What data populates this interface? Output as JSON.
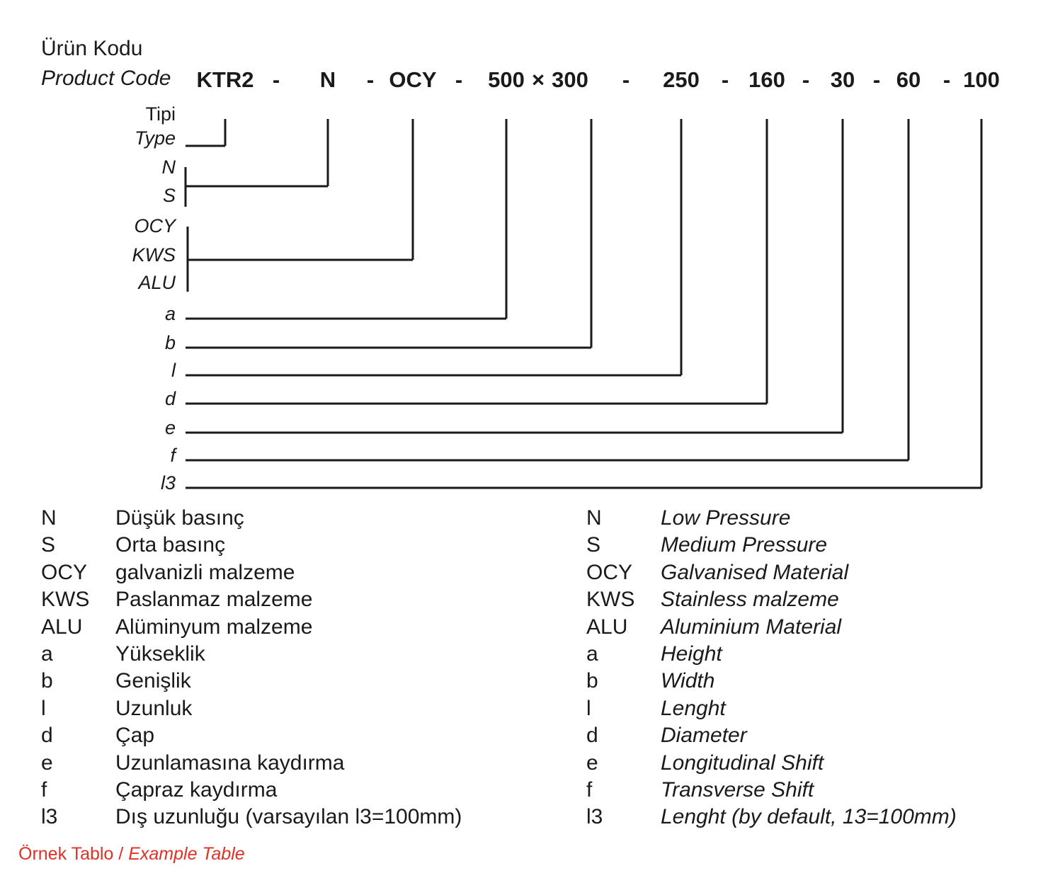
{
  "header": {
    "title_tr": "Ürün Kodu",
    "title_en": "Product Code",
    "code_tokens": [
      "KTR2",
      "N",
      "OCY",
      "500",
      "×",
      "300",
      "250",
      "160",
      "30",
      "60",
      "100"
    ],
    "separator": "-",
    "full_code": "KTR2 - N - OCY - 500 × 300 - 250 - 160 - 30 - 60 - 100"
  },
  "diagram": {
    "labels": [
      {
        "text": "Tipi",
        "style": "roman"
      },
      {
        "text": "Type",
        "style": "italic"
      },
      {
        "text": "N",
        "style": "italic"
      },
      {
        "text": "S",
        "style": "italic"
      },
      {
        "text": "OCY",
        "style": "italic"
      },
      {
        "text": "KWS",
        "style": "italic"
      },
      {
        "text": "ALU",
        "style": "italic"
      },
      {
        "text": "a",
        "style": "italic"
      },
      {
        "text": "b",
        "style": "italic"
      },
      {
        "text": "l",
        "style": "italic"
      },
      {
        "text": "d",
        "style": "italic"
      },
      {
        "text": "e",
        "style": "italic"
      },
      {
        "text": "f",
        "style": "italic"
      },
      {
        "text": "l3",
        "style": "italic"
      }
    ],
    "line_color": "#1a1a1a"
  },
  "legend": {
    "tr": [
      {
        "key": "N",
        "value": "Düşük basınç"
      },
      {
        "key": "S",
        "value": "Orta basınç"
      },
      {
        "key": "OCY",
        "value": "galvanizli malzeme"
      },
      {
        "key": "KWS",
        "value": "Paslanmaz malzeme"
      },
      {
        "key": "ALU",
        "value": "Alüminyum malzeme"
      },
      {
        "key": "a",
        "value": "Yükseklik"
      },
      {
        "key": "b",
        "value": "Genişlik"
      },
      {
        "key": "l",
        "value": "Uzunluk"
      },
      {
        "key": "d",
        "value": "Çap"
      },
      {
        "key": "e",
        "value": "Uzunlamasına kaydırma"
      },
      {
        "key": "f",
        "value": "Çapraz kaydırma"
      },
      {
        "key": "l3",
        "value": "Dış uzunluğu (varsayılan l3=100mm)"
      }
    ],
    "en": [
      {
        "key": "N",
        "value": "Low Pressure"
      },
      {
        "key": "S",
        "value": "Medium Pressure"
      },
      {
        "key": "OCY",
        "value": "Galvanised Material"
      },
      {
        "key": "KWS",
        "value": "Stainless malzeme"
      },
      {
        "key": "ALU",
        "value": "Aluminium Material"
      },
      {
        "key": "a",
        "value": "Height"
      },
      {
        "key": "b",
        "value": "Width"
      },
      {
        "key": "l",
        "value": "Lenght"
      },
      {
        "key": "d",
        "value": "Diameter"
      },
      {
        "key": "e",
        "value": "Longitudinal Shift"
      },
      {
        "key": "f",
        "value": "Transverse Shift"
      },
      {
        "key": "l3",
        "value": "Lenght (by default, 13=100mm)"
      }
    ]
  },
  "footer": {
    "text_tr": "Örnek Tablo",
    "separator": "/",
    "text_en": "Example Table",
    "color": "#e03127"
  }
}
